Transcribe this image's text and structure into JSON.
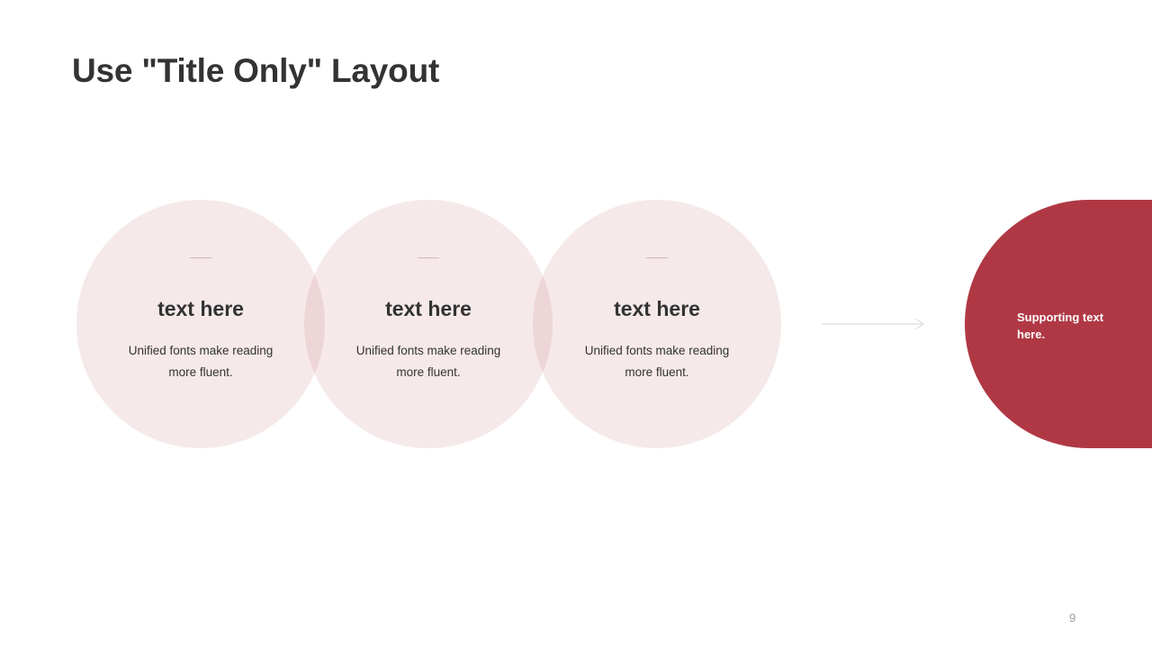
{
  "slide": {
    "title": "Use \"Title Only\" Layout",
    "page_number": "9"
  },
  "circles": [
    {
      "heading": "text here",
      "body": "Unified  fonts make reading more fluent."
    },
    {
      "heading": "text here",
      "body": "Unified  fonts make reading more fluent."
    },
    {
      "heading": "text here",
      "body": "Unified  fonts make reading more fluent."
    }
  ],
  "callout": {
    "text": "Supporting text here."
  },
  "colors": {
    "accent": "#b03844",
    "circle_fill": "#f6e9ea",
    "text": "#333333"
  }
}
